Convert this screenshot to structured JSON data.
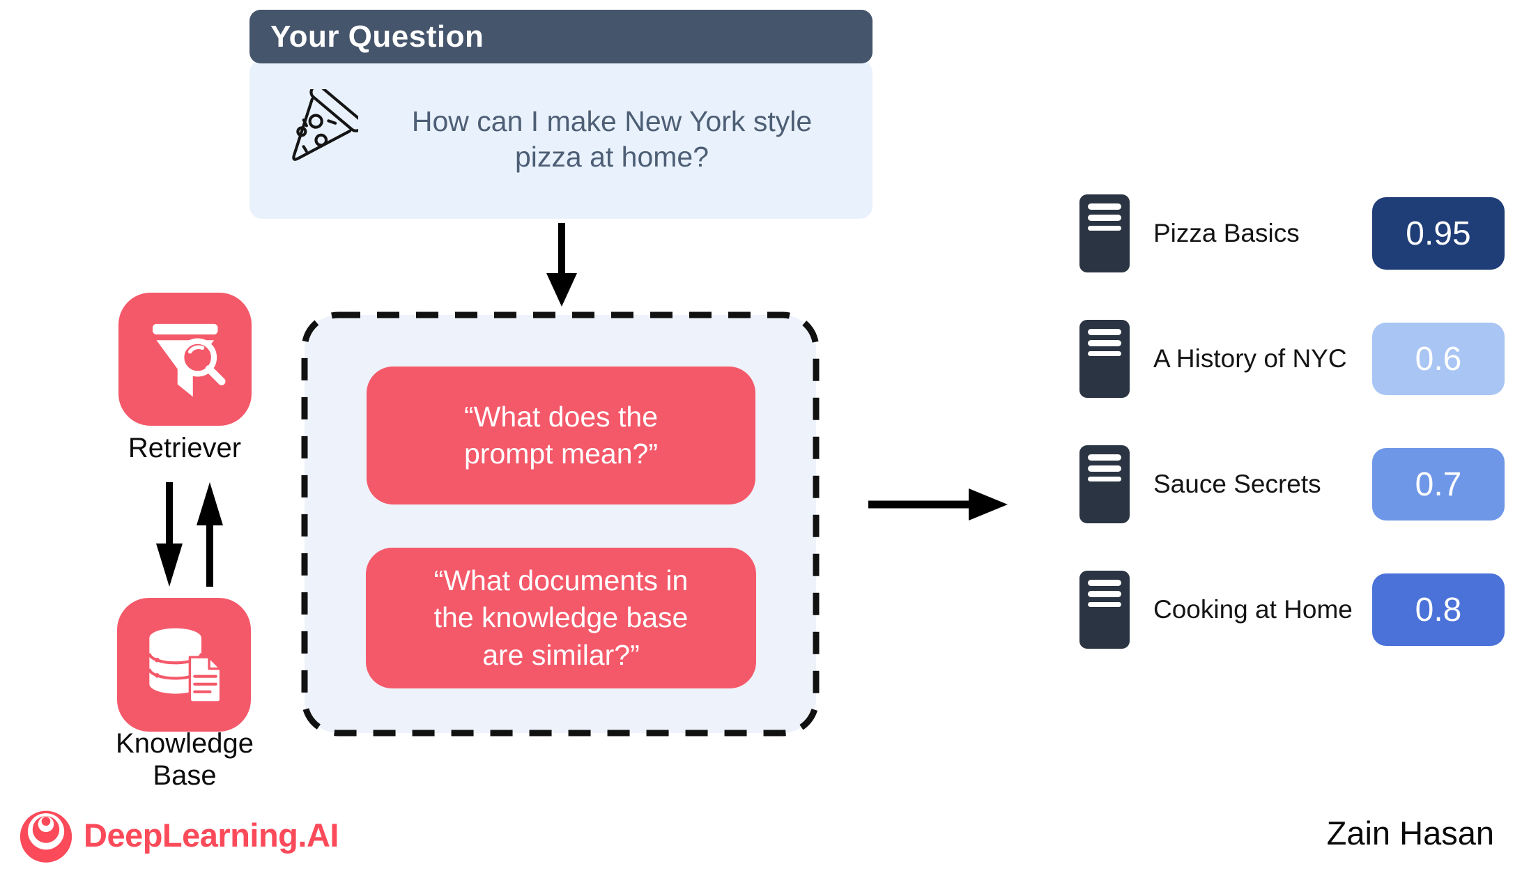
{
  "colors": {
    "coral": "#F4596A",
    "logo_red": "#FB4A59",
    "header_slate": "#45556B",
    "question_panel_blue": "#E9F2FC",
    "dashed_panel_blue": "#EEF2FA",
    "score_high_navy": "#1F3E78",
    "score_low_light_blue": "#A8C5F4",
    "score_mid_blue": "#6F97E8",
    "score_strong_blue": "#4A72D8",
    "doc_icon_navy": "#2A3442"
  },
  "question_box": {
    "title": "Your Question",
    "icon": "pizza-slice-icon",
    "question_lines": [
      "How can I make New York style",
      "pizza at home?"
    ]
  },
  "retriever": {
    "label": "Retriever",
    "icon": "funnel-search-icon"
  },
  "knowledge_base": {
    "label_lines": [
      "Knowledge",
      "Base"
    ],
    "icon": "database-documents-icon"
  },
  "query_panel": {
    "bubble1_lines": [
      "“What does the",
      "prompt mean?”"
    ],
    "bubble2_lines": [
      "“What documents in",
      "the knowledge base",
      "are similar?”"
    ]
  },
  "results": [
    {
      "title": "Pizza Basics",
      "score": "0.95"
    },
    {
      "title": "A History of NYC",
      "score": "0.6"
    },
    {
      "title": "Sauce Secrets",
      "score": "0.7"
    },
    {
      "title": "Cooking at Home",
      "score": "0.8"
    }
  ],
  "footer": {
    "brand": "DeepLearning.AI",
    "author": "Zain Hasan"
  }
}
